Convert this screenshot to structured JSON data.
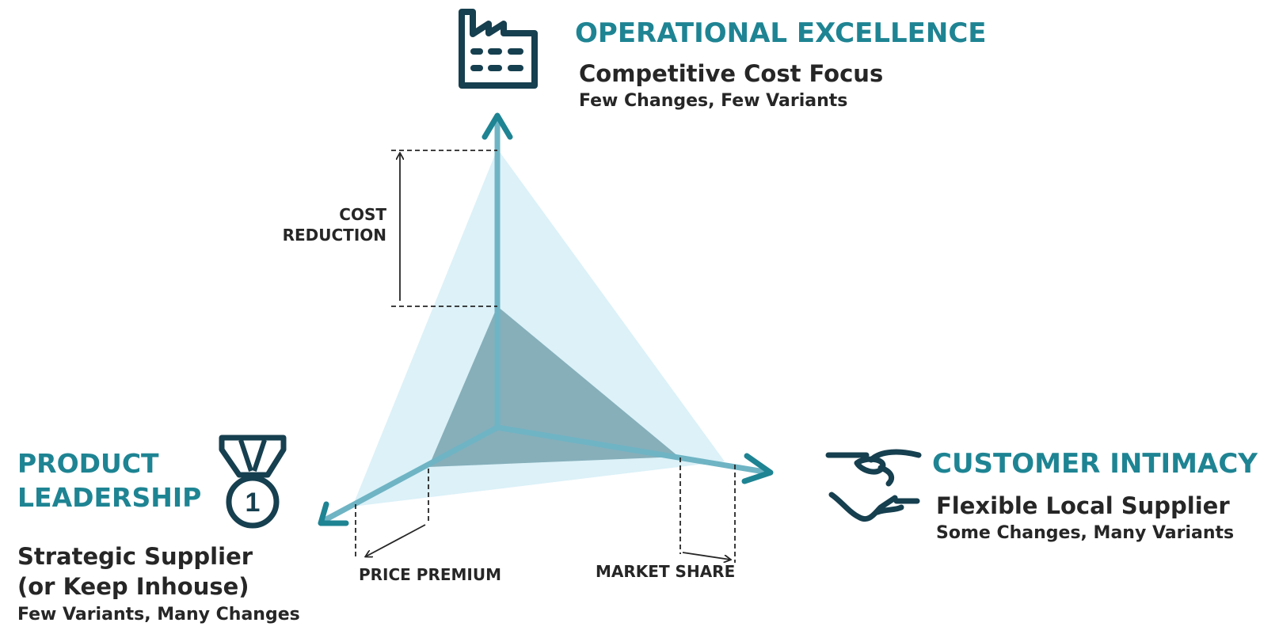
{
  "colors": {
    "accent": "#1e8493",
    "axis": "#6fb4c4",
    "icon": "#163f4f",
    "outer_fill": "#dcf1f8",
    "inner_fill": "#86afba",
    "text": "#262626"
  },
  "operational_excellence": {
    "icon": "factory-icon",
    "title": "OPERATIONAL EXCELLENCE",
    "subtitle": "Competitive Cost Focus",
    "detail": "Few Changes, Few Variants"
  },
  "product_leadership": {
    "icon": "medal-icon",
    "title_line1": "PRODUCT",
    "title_line2": "LEADERSHIP",
    "subtitle_line1": "Strategic Supplier",
    "subtitle_line2": "(or Keep Inhouse)",
    "detail": "Few Variants, Many Changes"
  },
  "customer_intimacy": {
    "icon": "handshake-icon",
    "title": "CUSTOMER INTIMACY",
    "subtitle": "Flexible Local Supplier",
    "detail": "Some Changes, Many Variants"
  },
  "measures": {
    "cost_line1": "COST",
    "cost_line2": "REDUCTION",
    "price": "PRICE PREMIUM",
    "market": "MARKET SHARE"
  }
}
